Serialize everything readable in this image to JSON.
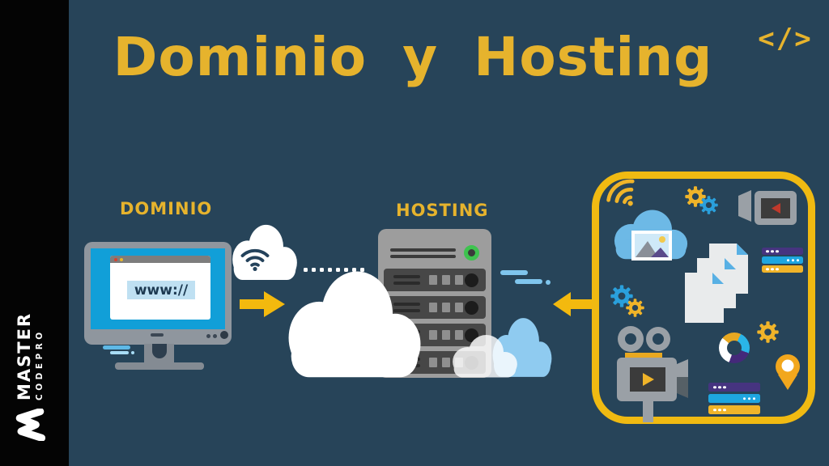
{
  "header": {
    "title": "Dominio y Hosting",
    "code_glyph": "</>"
  },
  "sidebar": {
    "brand_top": "MASTER",
    "brand_bottom": "CODEPRO"
  },
  "diagram": {
    "domain": {
      "label": "DOMINIO",
      "browser_url": "www://"
    },
    "hosting": {
      "label": "HOSTING",
      "server_units": 4
    }
  },
  "panel": {
    "icon_names": [
      "wifi",
      "gears",
      "video-camera",
      "image-cloud",
      "documents",
      "server-bars",
      "gears",
      "movie-camera",
      "donut-chart",
      "gear",
      "location-pin",
      "server-bars"
    ]
  },
  "icons": {
    "code-icon": "</>",
    "wifi-icon": "concentric arcs with dot",
    "gear-icon": "cog wheel",
    "video-camera-icon": "camcorder with red play triangle",
    "image-cloud-icon": "cloud holding a photo",
    "documents-icon": "three stacked pages with folded corners",
    "server-bars-icon": "three stacked colored bars with dots",
    "movie-camera-icon": "film camera with two reels and play button",
    "donut-chart-icon": "multicolor ring chart",
    "location-pin-icon": "map pin",
    "m-logo-icon": "rounded zigzag M"
  },
  "colors": {
    "background": "#274459",
    "sidebar_bg": "#040404",
    "accent_yellow": "#e6b32d",
    "panel_border": "#f0ba12",
    "arrow_yellow": "#f3b90e",
    "screen_blue": "#119fd8",
    "server_gray": "#9d9d9d",
    "cloud_blue": "#8fcbf0",
    "led_green": "#3ec34f"
  }
}
